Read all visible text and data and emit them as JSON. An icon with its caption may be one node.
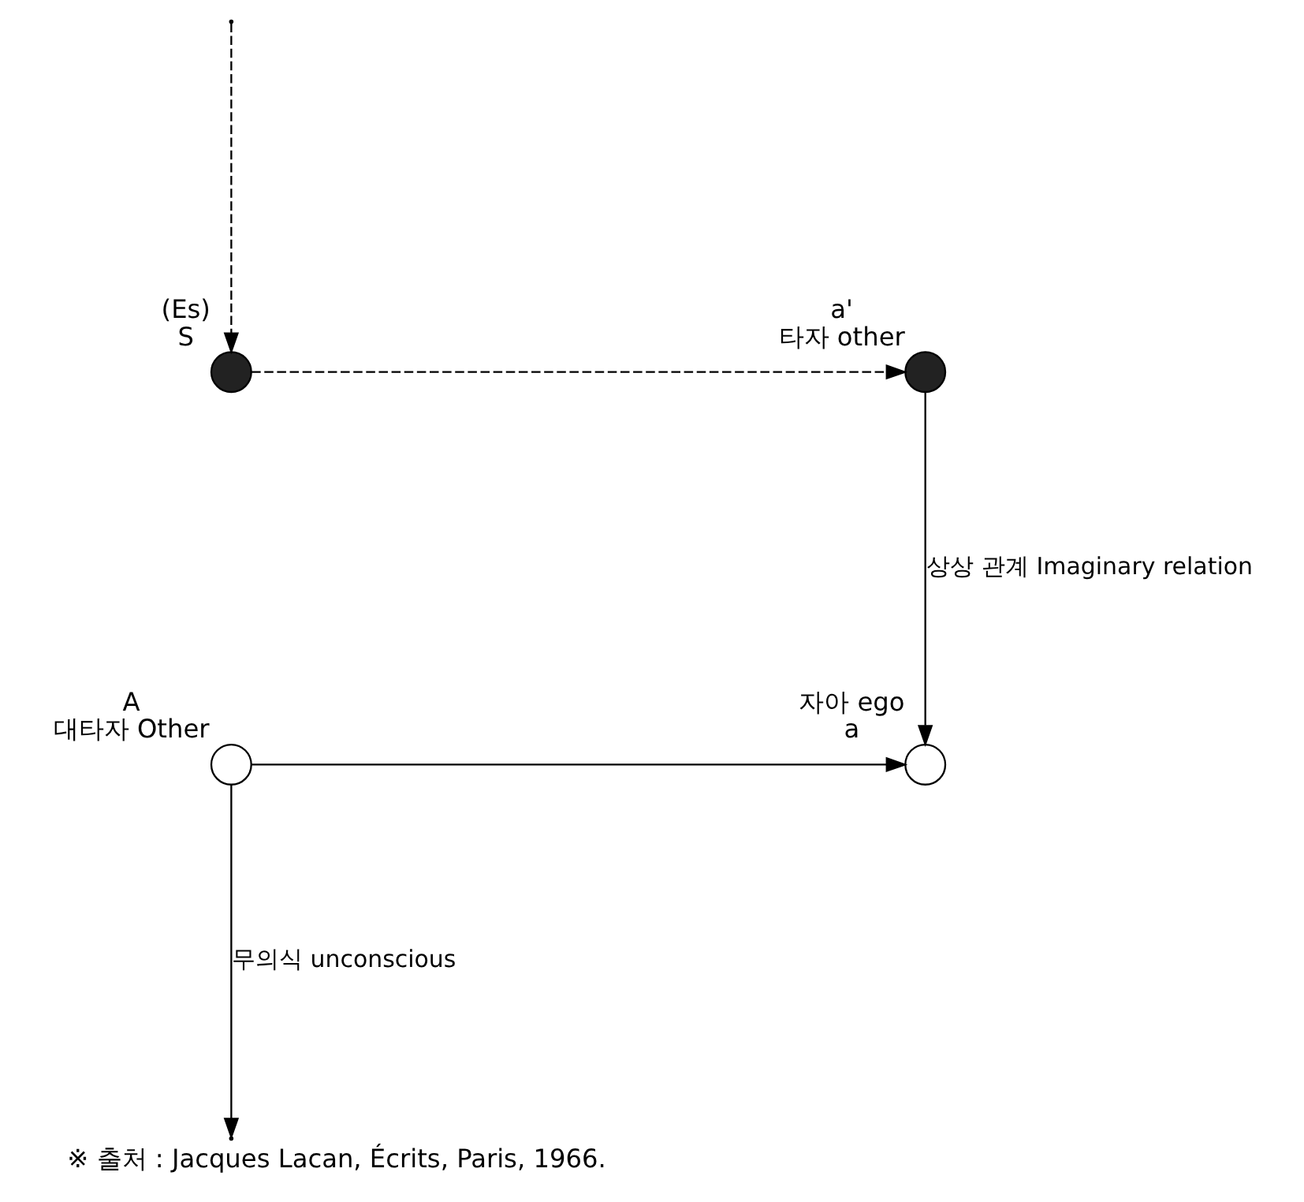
{
  "diagram": {
    "caption": "※ 출처 : Jacques Lacan, Écrits, Paris, 1966.",
    "nodes": [
      {
        "text": [],
        "shape": "circle",
        "beside": [
          "(Es)",
          "S"
        ]
      },
      {
        "text": [],
        "shape": "circle",
        "beside": [
          "a'",
          "타자 other"
        ]
      },
      {
        "text": [],
        "shape": "circle",
        "beside": [
          "자아 ego",
          "a"
        ]
      },
      {
        "text": [],
        "shape": "circle",
        "beside": [
          "A",
          "대타자 Other"
        ]
      }
    ],
    "edges": [
      {
        "from": 0,
        "to": 1,
        "arrow": "to",
        "style": "dashed"
      },
      {
        "from": 1,
        "to": 2,
        "arrow": "to",
        "label": "상상 관계 Imaginary relation"
      },
      {
        "from": 3,
        "to": 2,
        "arrow": "to"
      },
      {
        "from": 3,
        "to": null,
        "arrow": "to",
        "label": "무의식 unconscious"
      },
      {
        "from": null,
        "to": 0,
        "arrow": "to",
        "style": "dashed"
      }
    ]
  }
}
